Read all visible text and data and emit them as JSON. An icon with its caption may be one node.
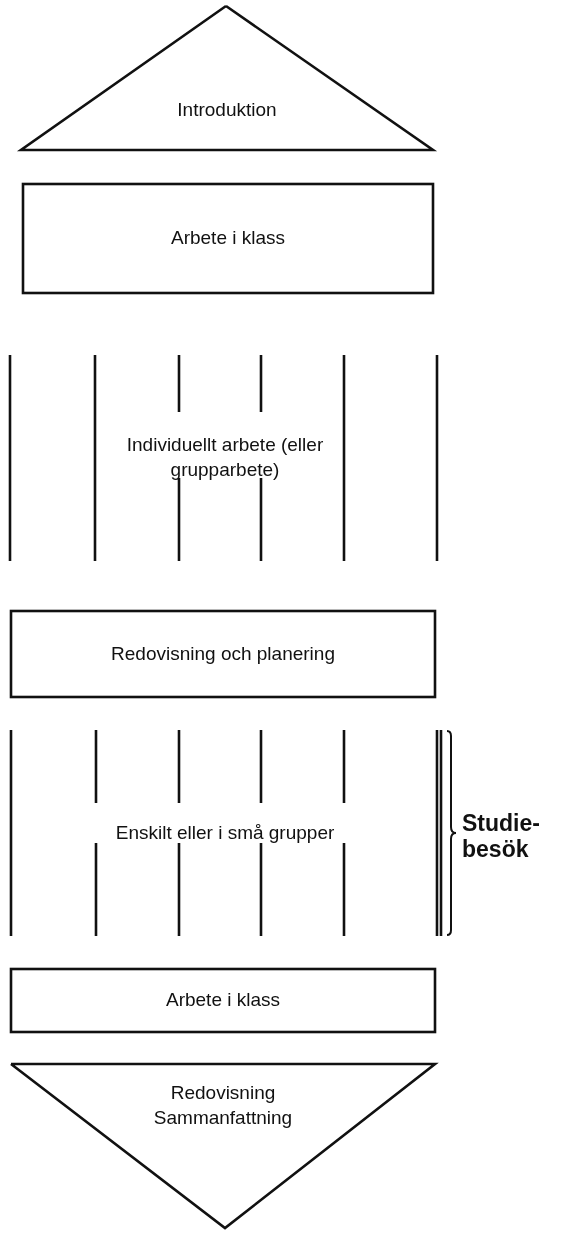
{
  "diagram": {
    "nodes": [
      {
        "text": [
          "Introduktion"
        ]
      },
      {
        "text": [
          "Arbete i klass"
        ]
      },
      {
        "text": [
          "Individuellt arbete (eller grupparbete)"
        ]
      },
      {
        "text": [
          "Redovisning och planering"
        ]
      },
      {
        "text": [
          "Enskilt eller i små grupper"
        ],
        "beside": [
          "Studie- besök"
        ]
      },
      {
        "text": [
          "Arbete i klass"
        ]
      },
      {
        "text": [
          "Redovisning",
          "Sammanfattning"
        ]
      }
    ],
    "edges": []
  }
}
